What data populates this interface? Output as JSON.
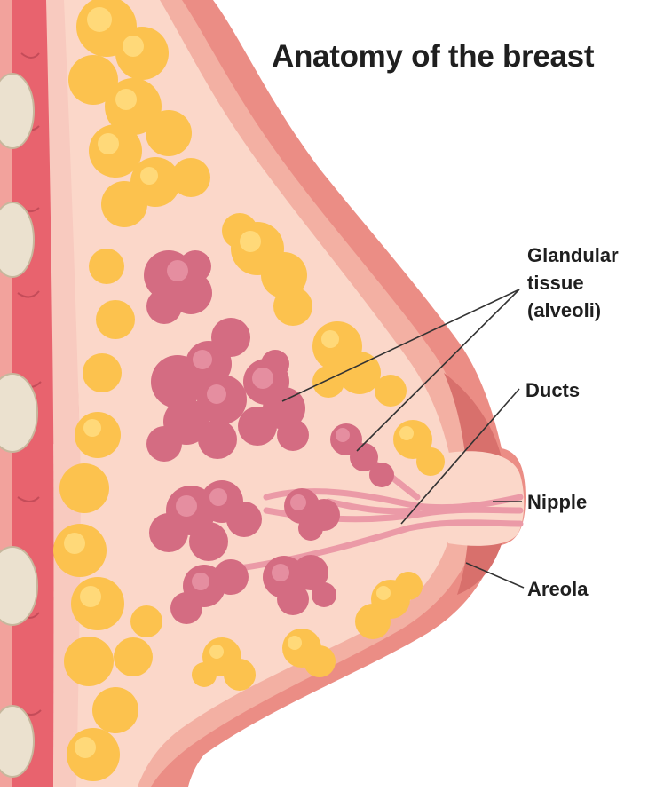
{
  "title": "Anatomy of the breast",
  "labels": {
    "glandular": [
      "Glandular",
      "tissue",
      "(alveoli)"
    ],
    "ducts": "Ducts",
    "nipple": "Nipple",
    "areola": "Areola"
  },
  "colors": {
    "skin_outer": "#e9877f",
    "skin_inner": "#f6c2b3",
    "tissue": "#fbd9cc",
    "fat": "#fcc24e",
    "fat_light": "#ffd979",
    "gland": "#d46c82",
    "gland_light": "#e58ea0",
    "muscle": "#e96670",
    "rib": "#ebe1cf",
    "text": "#1f1f1f"
  }
}
